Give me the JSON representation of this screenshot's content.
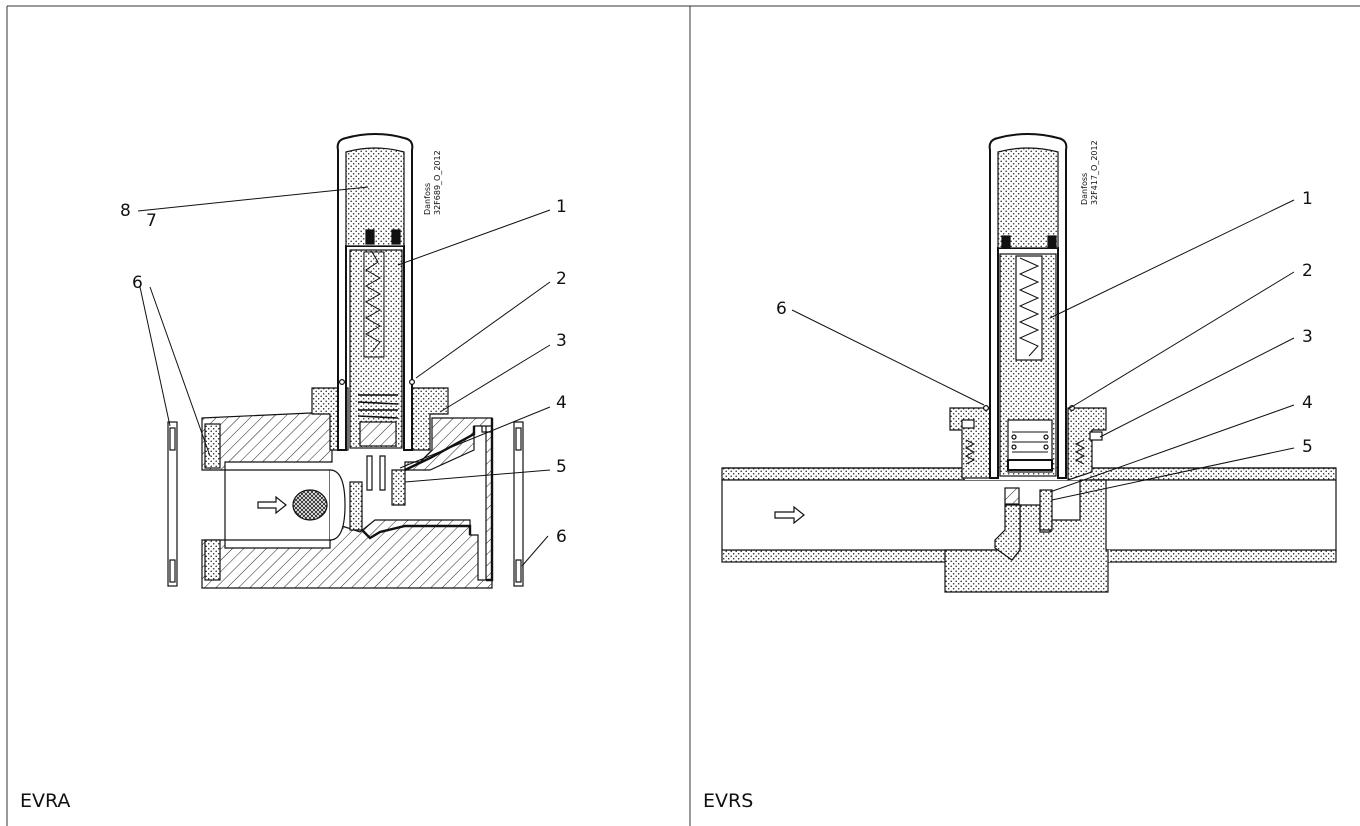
{
  "panels": [
    {
      "caption": "EVRA",
      "stamp_line1": "Danfoss",
      "stamp_line2": "32F689_O_2012",
      "callouts": [
        "1",
        "2",
        "3",
        "4",
        "5",
        "6",
        "6",
        "7",
        "8"
      ]
    },
    {
      "caption": "EVRS",
      "stamp_line1": "Danfoss",
      "stamp_line2": "32F417_O_2012",
      "callouts": [
        "1",
        "2",
        "3",
        "4",
        "5",
        "6"
      ]
    }
  ]
}
